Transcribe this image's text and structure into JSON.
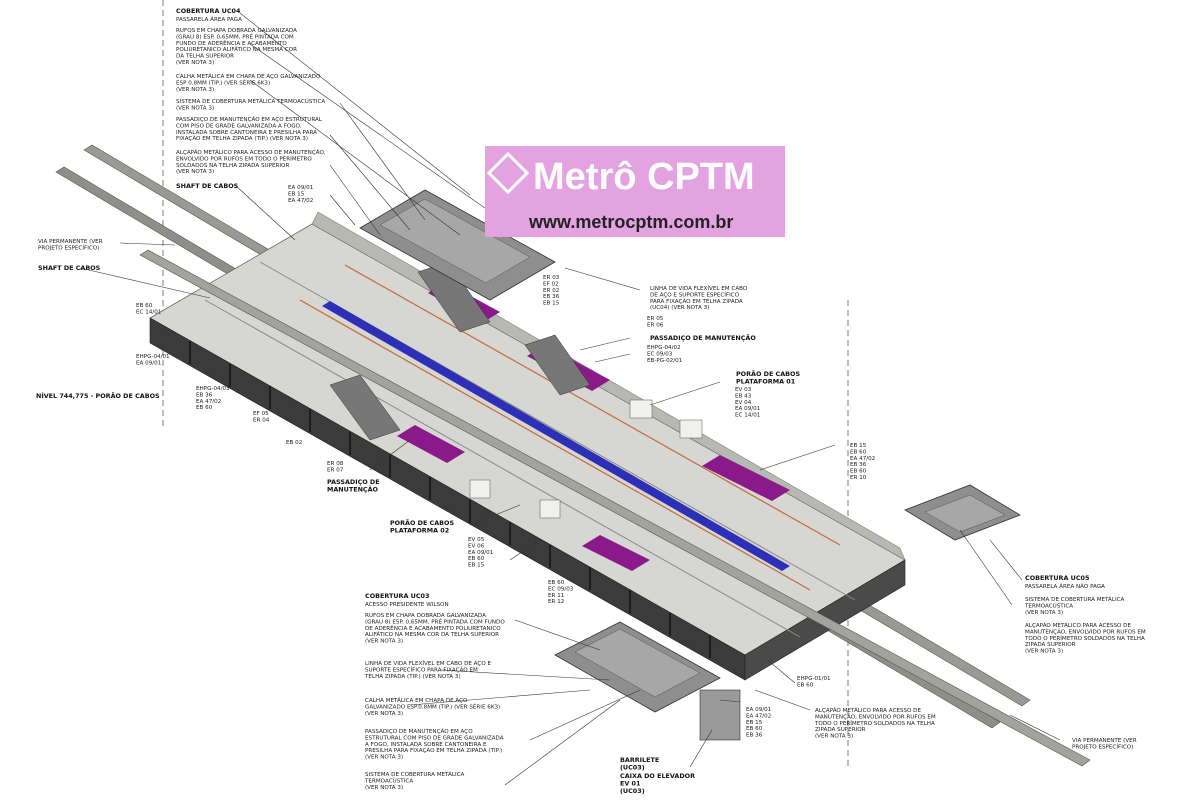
{
  "watermark": {
    "brand": "Metrô CPTM",
    "url": "www.metrocptm.com.br",
    "bg_color": "#e3a3e0"
  },
  "colors": {
    "concrete": "#d6d6d2",
    "concrete_dark": "#a9a9a4",
    "wall": "#3b3b3b",
    "track_blue": "#2d2fb7",
    "shaft_purple": "#8a1a8a",
    "railing": "#c46a3a",
    "grate": "#8e8e8e"
  },
  "notes": {
    "cob_uc04_title": "COBERTURA UC04",
    "cob_uc04_sub": "PASSARELA ÁREA PAGA",
    "rufos_uc04": [
      "RUFOS EM CHAPA DOBRADA GALVANIZADA",
      "(GRAU 8) ESP. 0,65MM, PRÉ PINTADA COM",
      "FUNDO DE ADERÊNCIA E ACABAMENTO",
      "POLIURETANICO ALIFÁTICO NA MESMA COR",
      "DA TELHA SUPERIOR",
      "(VER NOTA 3)"
    ],
    "calha_uc04": [
      "CALHA METÁLICA EM CHAPA DE AÇO GALVANIZADO",
      "ESP 0.8MM (TIP.) (VER SÉRIE 6K3)",
      "(VER NOTA 3)"
    ],
    "sistema_uc04": [
      "SISTEMA DE COBERTURA METÁLICA TERMOACÚSTICA",
      "(VER NOTA 3)"
    ],
    "passadico_uc04": [
      "PASSADIÇO DE MANUTENÇÃO EM AÇO ESTRUTURAL",
      "COM PISO DE GRADE GALVANIZADA A FOGO,",
      "INSTALADA SOBRE CANTONEIRA E PRESILHA PARA",
      "FIXAÇÃO EM TELHA ZIPADA (TIP.) (VER NOTA 3)"
    ],
    "alcapao_uc04": [
      "ALÇAPÃO METÁLICO PARA ACESSO DE MANUTENÇÃO,",
      "ENVOLVIDO POR RUFOS EM TODO O PERÍMETRO",
      "SOLDADOS NA TELHA ZIPADA SUPERIOR",
      "(VER NOTA 3)"
    ],
    "shaft1": "SHAFT DE CABOS",
    "shaft2": "SHAFT DE CABOS",
    "via_perm_left": [
      "VIA PERMANENTE (VER",
      "PROJETO ESPECÍFICO)"
    ],
    "via_perm_right": [
      "VIA PERMANENTE (VER",
      "PROJETO ESPECÍFICO)"
    ],
    "nivel": "NÍVEL 744,775 - PORÃO DE CABOS",
    "linha_vida_uc04": [
      "LINHA DE VIDA FLEXÍVEL EM CABO",
      "DE AÇO E SUPORTE ESPECÍFICO",
      "PARA FIXAÇÃO EM TELHA ZIPADA",
      "(UC04) (VER NOTA 3)"
    ],
    "passadico_mid": "PASSADIÇO DE MANUTENÇÃO",
    "porao_01": [
      "PORÃO DE CABOS",
      "PLATAFORMA 01"
    ],
    "passadico_left": [
      "PASSADIÇO DE",
      "MANUTENÇÃO"
    ],
    "porao_02": [
      "PORÃO DE CABOS",
      "PLATAFORMA 02"
    ],
    "cob_uc03_title": "COBERTURA UC03",
    "cob_uc03_sub": "ACESSO PRESIDENTE WILSON",
    "rufos_uc03": [
      "RUFOS EM CHAPA DOBRADA GALVANIZADA",
      "(GRAU 8) ESP. 0,65MM, PRÉ PINTADA COM FUNDO",
      "DE ADERÊNCIA E ACABAMENTO POLIURETANICO",
      "ALIFÁTICO NA MESMA COR DA TELHA SUPERIOR",
      "(VER NOTA 3)"
    ],
    "linha_vida_uc03": [
      "LINHA DE VIDA FLEXÍVEL EM CABO DE AÇO E",
      "SUPORTE ESPECÍFICO PARA FIXAÇÃO EM",
      "TELHA ZIPADA (TIP.) (VER NOTA 3)"
    ],
    "calha_uc03": [
      "CALHA METÁLICA EM CHAPA DE AÇO",
      "GALVANIZADO ESP.0.8MM (TIP.) (VER SÉRIE 6K3)",
      "(VER NOTA 3)"
    ],
    "passadico_uc03": [
      "PASSADIÇO DE MANUTENÇÃO EM AÇO",
      "ESTRUTURAL COM PISO DE GRADE GALVANIZADA",
      "A FOGO, INSTALADA SOBRE CANTONEIRA E",
      "PRESILHA PARA FIXAÇÃO EM TELHA ZIPADA (TIP.)",
      "(VER NOTA 3)"
    ],
    "sistema_uc03": [
      "SISTEMA DE COBERTURA METÁLICA",
      "TERMOACÚSTICA",
      "(VER NOTA 3)"
    ],
    "barrilete": [
      "BARRILETE",
      "(UC03)"
    ],
    "caixa_elev": [
      "CAIXA DO ELEVADOR",
      "EV 01",
      "(UC03)"
    ],
    "alcapao_uc03": [
      "ALÇAPÃO METÁLICO PARA ACESSO DE",
      "MANUTENÇÃO, ENVOLVIDO POR RUFOS EM",
      "TODO O PERÍMETRO SOLDADOS NA TELHA",
      "ZIPADA SUPERIOR",
      "(VER NOTA 3)"
    ],
    "cob_uc05_title": "COBERTURA UC05",
    "cob_uc05_sub": "PASSARELA ÁREA NÃO PAGA",
    "sistema_uc05": [
      "SISTEMA DE COBERTURA METÁLICA",
      "TERMOACÚSTICA",
      "(VER NOTA 3)"
    ],
    "alcapao_uc05": [
      "ALÇAPÃO METÁLICO PARA ACESSO DE",
      "MANUTENÇÃO, ENVOLVIDO POR RUFOS EM",
      "TODO O PERÍMETRO SOLDADOS NA TELHA",
      "ZIPADA SUPERIOR",
      "(VER NOTA 3)"
    ]
  },
  "tag_groups": {
    "tags_a": [
      "EA 09/01",
      "EB 15",
      "EA 47/02"
    ],
    "tags_b": [
      "EB 60",
      "EC 14/01"
    ],
    "tags_c": [
      "EHPG-04/01",
      "EA 09/01"
    ],
    "tags_d": [
      "EHPG-04/03",
      "EB 36",
      "EA 47/02",
      "EB 60"
    ],
    "tags_e": [
      "EF 05",
      "ER 04"
    ],
    "tags_f": [
      "EB 02"
    ],
    "tags_g": [
      "ER 03",
      "EF 02",
      "ER 02",
      "EB 36",
      "EB 15"
    ],
    "tags_h": [
      "ER 05",
      "ER 06"
    ],
    "tags_i": [
      "EHPG-04/02",
      "EC 09/03",
      "EB-PG-02/01"
    ],
    "tags_j": [
      "EV 03",
      "EB 43",
      "EV 04",
      "EA 09/01",
      "EC 14/01"
    ],
    "tags_k": [
      "EB 15",
      "EB 60",
      "EA 47/02",
      "EB 36",
      "EB 60",
      "ER 10"
    ],
    "tags_l": [
      "ER 08",
      "ER 07"
    ],
    "tags_m": [
      "EV 05",
      "EV 06",
      "EA 09/01",
      "EB 60",
      "EB 15"
    ],
    "tags_n": [
      "EB 60",
      "EC 09/03",
      "ER 11",
      "ER 12"
    ],
    "tags_o": [
      "EHPG-01/01",
      "EB 60"
    ],
    "tags_p": [
      "EA 09/01",
      "EA 47/02",
      "EB 15",
      "EB 60",
      "EB 36"
    ]
  }
}
